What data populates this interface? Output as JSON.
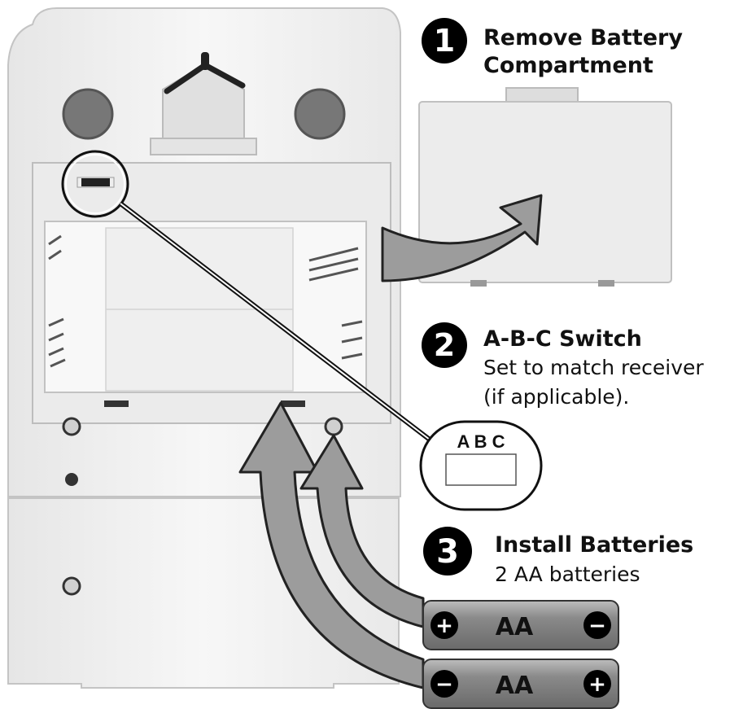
{
  "steps": [
    {
      "number": "1",
      "title_line1": "Remove Battery",
      "title_line2": "Compartment"
    },
    {
      "number": "2",
      "title": "A-B-C Switch",
      "text_line1": "Set to match receiver",
      "text_line2": "(if applicable)."
    },
    {
      "number": "3",
      "title": "Install Batteries",
      "text_line1": "2 AA batteries"
    }
  ],
  "switch_callout": {
    "label": "A B C"
  },
  "batteries": [
    {
      "label": "AA",
      "left_terminal": "+",
      "right_terminal": "−"
    },
    {
      "label": "AA",
      "left_terminal": "−",
      "right_terminal": "+"
    }
  ],
  "colors": {
    "device_body": "#f0f0f0",
    "device_outline": "#bdbdbd",
    "arrow_fill": "#9c9c9c",
    "battery_body": "#8f8f8f",
    "badge": "#000000"
  }
}
